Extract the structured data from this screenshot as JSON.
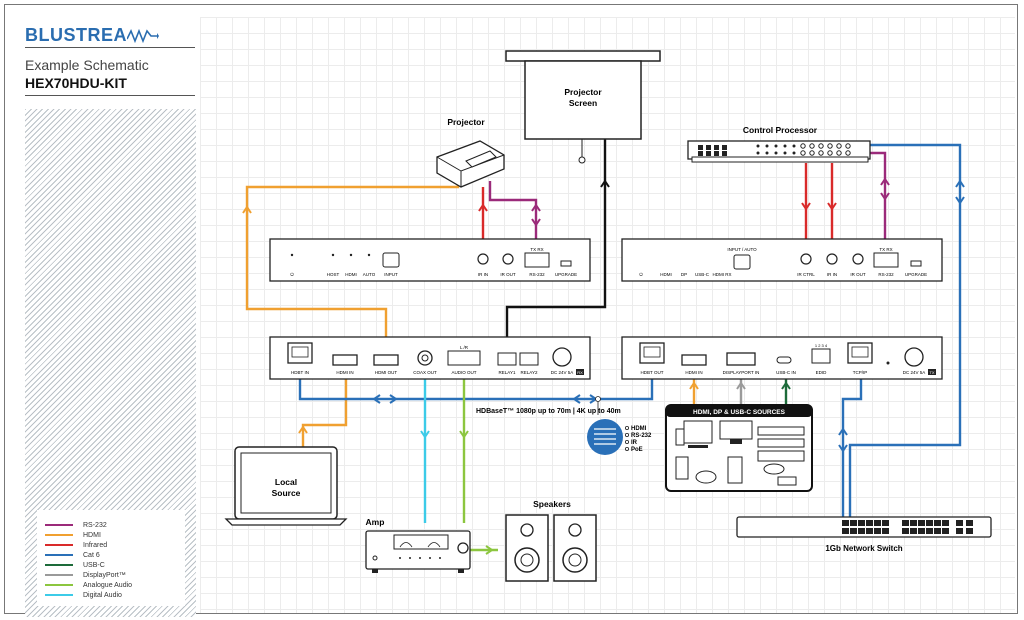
{
  "header": {
    "brand_bold": "BLUSTREA",
    "subtitle": "Example Schematic",
    "kit": "HEX70HDU-KIT"
  },
  "legend": [
    {
      "label": "RS-232",
      "color": "#9b2a7a"
    },
    {
      "label": "HDMI",
      "color": "#f0a030"
    },
    {
      "label": "Infrared",
      "color": "#d92a2a"
    },
    {
      "label": "Cat 6",
      "color": "#2a70b8"
    },
    {
      "label": "USB-C",
      "color": "#1d6b3a"
    },
    {
      "label": "DisplayPort™",
      "color": "#9a9a9a"
    },
    {
      "label": "Analogue Audio",
      "color": "#8cc63f"
    },
    {
      "label": "Digital Audio",
      "color": "#3ccbe8"
    }
  ],
  "devices": {
    "projector": "Projector",
    "screen_line1": "Projector",
    "screen_line2": "Screen",
    "control_processor": "Control Processor",
    "local_source_line1": "Local",
    "local_source_line2": "Source",
    "amp": "Amp",
    "speakers": "Speakers",
    "network_switch": "1Gb Network Switch",
    "sources_title": "HDMI, DP & USB-C SOURCES"
  },
  "rx_front": {
    "labels": [
      "HOST",
      "HDMI",
      "AUTO",
      "INPUT",
      "IR IN",
      "IR OUT",
      "RS-232",
      "UPGRADE"
    ],
    "txrx": "TX  RX"
  },
  "tx_front": {
    "input_auto": "INPUT / AUTO",
    "labels": [
      "HDMI",
      "DP",
      "USB-C",
      "HDMI RX",
      "IR CTRL",
      "IR IN",
      "IR OUT",
      "RS-232",
      "UPGRADE"
    ],
    "txrx": "TX  RX"
  },
  "rx_rear": {
    "labels": [
      "HDBT IN",
      "HDMI IN",
      "HDMI OUT",
      "COAX OUT",
      "AUDIO OUT",
      "RELAY1",
      "RELAY2",
      "DC 24V 5A"
    ],
    "tag": "RX",
    "lr": "L  /R"
  },
  "tx_rear": {
    "labels": [
      "HDBT OUT",
      "HDMI IN",
      "DISPLAYPORT IN",
      "USB-C IN",
      "EDID",
      "TCP/IP",
      "DC 24V 5A"
    ],
    "tag": "TX",
    "edid_nums": "1 2 3 4"
  },
  "hdbaset": {
    "caption": "HDBaseT™ 1080p up to 70m | 4K up to 40m",
    "features": [
      "HDMI",
      "RS-232",
      "IR",
      "PoE"
    ]
  }
}
